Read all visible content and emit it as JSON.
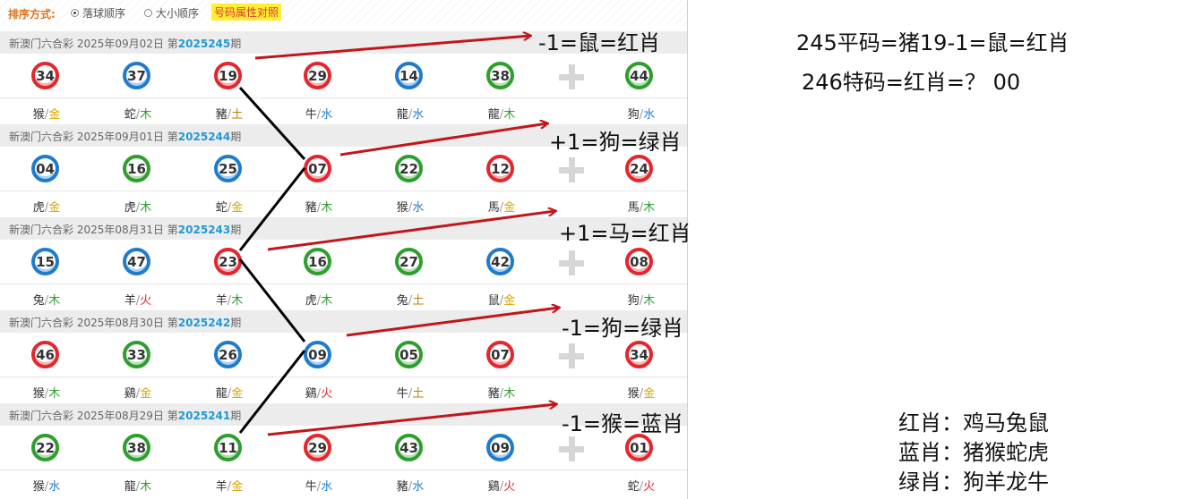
{
  "sortbar": {
    "label": "排序方式:",
    "option1": "落球顺序",
    "option2": "大小顺序",
    "button": "号码属性对照"
  },
  "draws": [
    {
      "lottery": "新澳门六合彩",
      "date": "2025年09月02日",
      "prefix": "第",
      "issue_a": "2025",
      "issue_b": "245",
      "suffix": "期",
      "balls": [
        {
          "n": "34",
          "c": "red",
          "z": "猴",
          "e": "金"
        },
        {
          "n": "37",
          "c": "blue",
          "z": "蛇",
          "e": "木"
        },
        {
          "n": "19",
          "c": "red",
          "z": "豬",
          "e": "土"
        },
        {
          "n": "29",
          "c": "red",
          "z": "牛",
          "e": "水"
        },
        {
          "n": "14",
          "c": "blue",
          "z": "龍",
          "e": "水"
        },
        {
          "n": "38",
          "c": "green",
          "z": "龍",
          "e": "木"
        },
        {
          "n": "44",
          "c": "green",
          "z": "狗",
          "e": "水"
        }
      ]
    },
    {
      "lottery": "新澳门六合彩",
      "date": "2025年09月01日",
      "prefix": "第",
      "issue_a": "2025",
      "issue_b": "244",
      "suffix": "期",
      "balls": [
        {
          "n": "04",
          "c": "blue",
          "z": "虎",
          "e": "金"
        },
        {
          "n": "16",
          "c": "green",
          "z": "虎",
          "e": "木"
        },
        {
          "n": "25",
          "c": "blue",
          "z": "蛇",
          "e": "金"
        },
        {
          "n": "07",
          "c": "red",
          "z": "豬",
          "e": "木"
        },
        {
          "n": "22",
          "c": "green",
          "z": "猴",
          "e": "水"
        },
        {
          "n": "12",
          "c": "red",
          "z": "馬",
          "e": "金"
        },
        {
          "n": "24",
          "c": "red",
          "z": "馬",
          "e": "木"
        }
      ]
    },
    {
      "lottery": "新澳门六合彩",
      "date": "2025年08月31日",
      "prefix": "第",
      "issue_a": "2025",
      "issue_b": "243",
      "suffix": "期",
      "balls": [
        {
          "n": "15",
          "c": "blue",
          "z": "兔",
          "e": "木"
        },
        {
          "n": "47",
          "c": "blue",
          "z": "羊",
          "e": "火"
        },
        {
          "n": "23",
          "c": "red",
          "z": "羊",
          "e": "木"
        },
        {
          "n": "16",
          "c": "green",
          "z": "虎",
          "e": "木"
        },
        {
          "n": "27",
          "c": "green",
          "z": "兔",
          "e": "土"
        },
        {
          "n": "42",
          "c": "blue",
          "z": "鼠",
          "e": "金"
        },
        {
          "n": "08",
          "c": "red",
          "z": "狗",
          "e": "木"
        }
      ]
    },
    {
      "lottery": "新澳门六合彩",
      "date": "2025年08月30日",
      "prefix": "第",
      "issue_a": "2025",
      "issue_b": "242",
      "suffix": "期",
      "balls": [
        {
          "n": "46",
          "c": "red",
          "z": "猴",
          "e": "木"
        },
        {
          "n": "33",
          "c": "green",
          "z": "鷄",
          "e": "金"
        },
        {
          "n": "26",
          "c": "blue",
          "z": "龍",
          "e": "金"
        },
        {
          "n": "09",
          "c": "blue",
          "z": "鷄",
          "e": "火"
        },
        {
          "n": "05",
          "c": "green",
          "z": "牛",
          "e": "土"
        },
        {
          "n": "07",
          "c": "red",
          "z": "豬",
          "e": "木"
        },
        {
          "n": "34",
          "c": "red",
          "z": "猴",
          "e": "金"
        }
      ]
    },
    {
      "lottery": "新澳门六合彩",
      "date": "2025年08月29日",
      "prefix": "第",
      "issue_a": "2025",
      "issue_b": "241",
      "suffix": "期",
      "balls": [
        {
          "n": "22",
          "c": "green",
          "z": "猴",
          "e": "水"
        },
        {
          "n": "38",
          "c": "green",
          "z": "龍",
          "e": "木"
        },
        {
          "n": "11",
          "c": "green",
          "z": "羊",
          "e": "金"
        },
        {
          "n": "29",
          "c": "red",
          "z": "牛",
          "e": "水"
        },
        {
          "n": "43",
          "c": "green",
          "z": "豬",
          "e": "水"
        },
        {
          "n": "09",
          "c": "blue",
          "z": "鷄",
          "e": "火"
        },
        {
          "n": "01",
          "c": "red",
          "z": "蛇",
          "e": "火"
        }
      ]
    }
  ],
  "element_colors": {
    "金": "#d4a400",
    "木": "#2e9e2e",
    "水": "#1f7ccc",
    "火": "#e4262d",
    "土": "#c08000"
  },
  "annotations": [
    "-1=鼠=红肖",
    "+1=狗=绿肖",
    "+1=马=红肖",
    "-1=狗=绿肖",
    "-1=猴=蓝肖"
  ],
  "right": {
    "line1": "245平码=猪19-1=鼠=红肖",
    "line2": "246特码=红肖=？ 00",
    "legend_red": "红肖：鸡马兔鼠",
    "legend_blue": "蓝肖：猪猴蛇虎",
    "legend_green": "绿肖：狗羊龙牛"
  },
  "colors": {
    "arrow": "#c0171b",
    "connector": "#000000",
    "issue": "#1f9ad6",
    "sort_label": "#e0701a"
  }
}
